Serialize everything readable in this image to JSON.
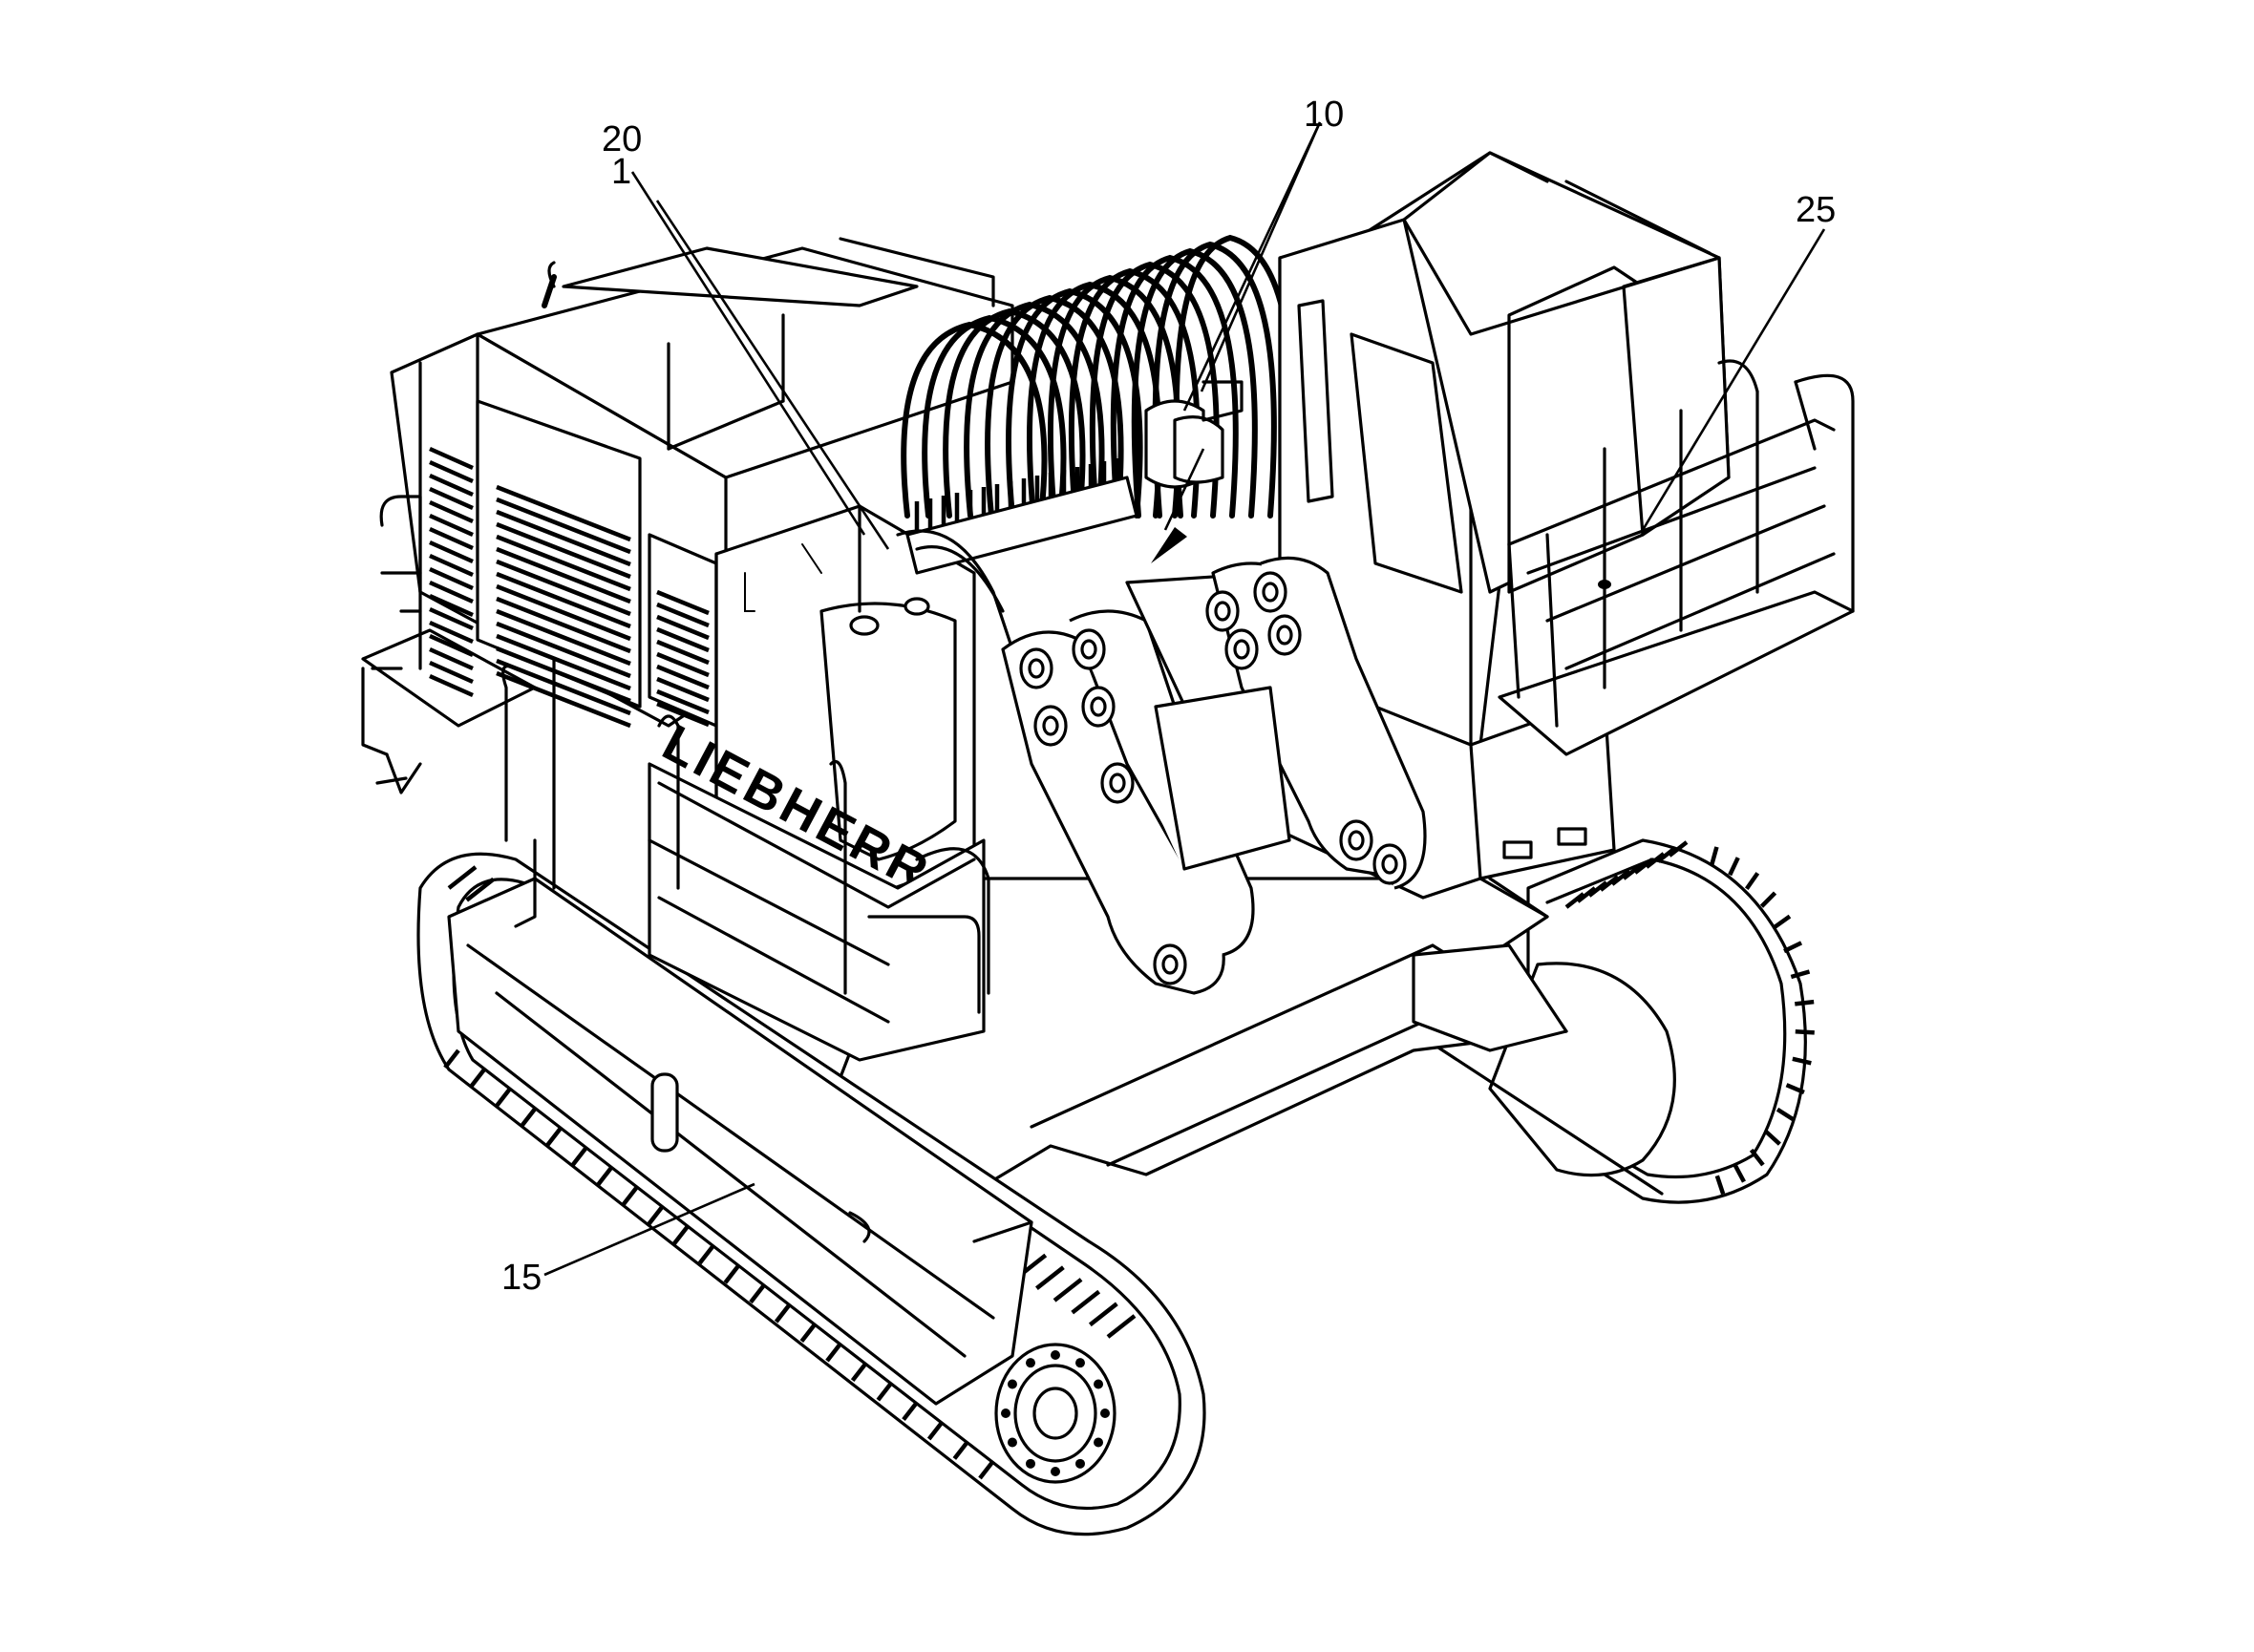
{
  "figure": {
    "brand_text": "LIEBHERR",
    "labels": {
      "label_20": "20",
      "label_1": "1",
      "label_10": "10",
      "label_25": "25",
      "label_15": "15"
    }
  }
}
